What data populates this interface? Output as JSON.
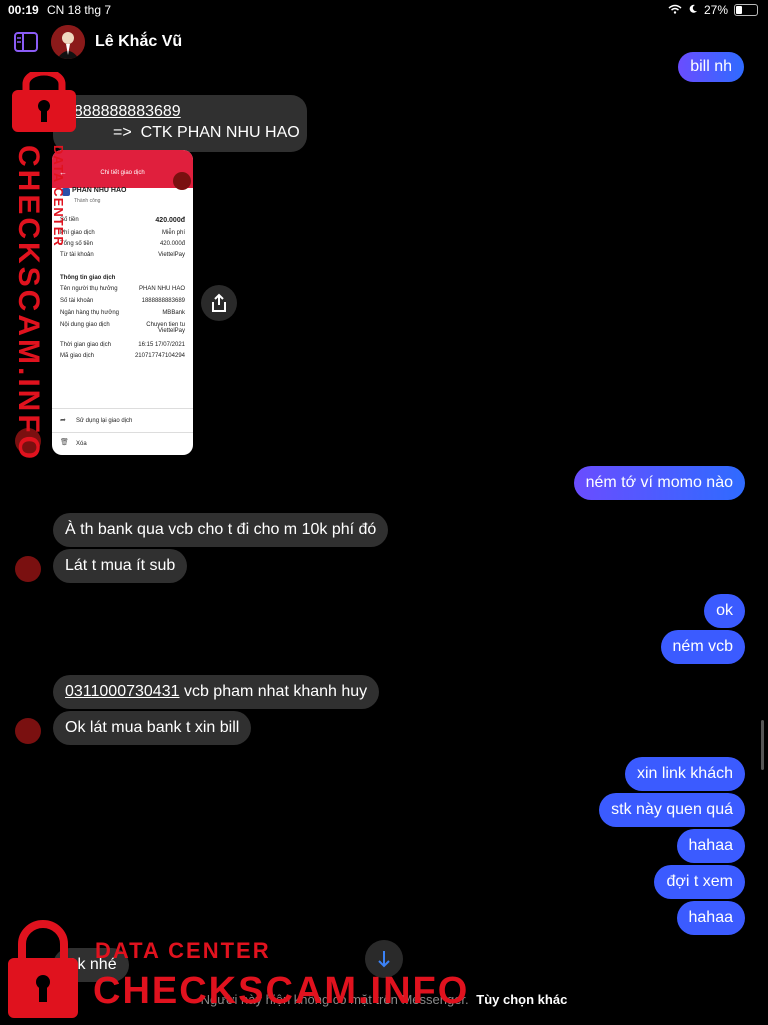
{
  "status_bar": {
    "time": "00:19",
    "date": "CN 18 thg 7",
    "battery": "27%"
  },
  "header": {
    "contact_name": "Lê Khắc Vũ"
  },
  "messages": {
    "out_top_partial": "bill nh",
    "in_account_number": "1888888883689",
    "in_account_name": "=>  CTK PHAN NHU HAO",
    "out_momo": "ném tớ ví momo nào",
    "in_bank_vcb": "À th bank qua vcb cho t đi cho m 10k phí đó",
    "in_buy_sub": "Lát t mua ít sub",
    "out_ok": "ok",
    "out_nem_vcb": "ném vcb",
    "in_vcb_number": "0311000730431",
    "in_vcb_name": " vcb pham nhat khanh huy",
    "in_ok_buy": "Ok lát mua bank t xin bill",
    "out_xin_link": "xin link khách",
    "out_stk": "stk này quen quá",
    "out_hahaa1": "hahaa",
    "out_doi": "đợi t xem",
    "out_hahaa2": "hahaa",
    "in_ok_nhe": "Ok nhé"
  },
  "receipt": {
    "title": "Chi tiết giao dịch",
    "recipient": "PHAN NHU HAO",
    "success": "Thành công",
    "amount_label": "Số tiền",
    "amount": "420.000đ",
    "fee_label": "Phí giao dịch",
    "fee": "Miễn phí",
    "total_label": "Tổng số tiền",
    "total": "420.000đ",
    "source_label": "Từ tài khoản",
    "source": "ViettelPay",
    "section": "Thông tin giao dịch",
    "beneficiary_label": "Tên người thụ hưởng",
    "beneficiary": "PHAN NHU HAO",
    "account_label": "Số tài khoản",
    "account": "1888888883689",
    "bank_label": "Ngân hàng thụ hưởng",
    "bank": "MBBank",
    "content_label": "Nội dung giao dịch",
    "content": "Chuyen tien tu ViettelPay",
    "time_label": "Thời gian giao dịch",
    "time": "16:15 17/07/2021",
    "id_label": "Mã giao dịch",
    "id": "210717747104294",
    "reuse": "Sử dụng lại giao dịch",
    "delete": "Xóa"
  },
  "footer": {
    "notice": "Người này hiện không có mặt trên Messenger.",
    "more_options": "Tùy chọn khác"
  },
  "watermark": {
    "top_text": "DATA CENTER",
    "main_text": "CHECKSCAM.INFO"
  },
  "colors": {
    "incoming": "#303030",
    "outgoing_start": "#6a4dff",
    "outgoing_end": "#2f6bff",
    "watermark": "#e0121e"
  }
}
